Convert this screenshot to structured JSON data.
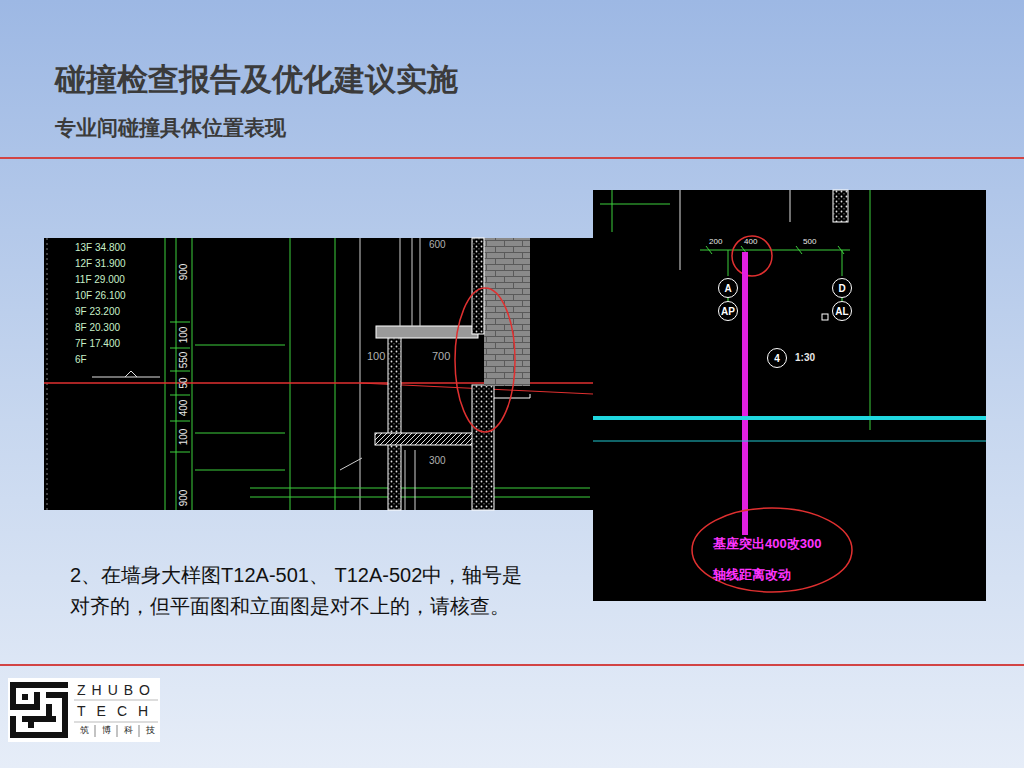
{
  "diagram": {
    "title": "碰撞检查报告及优化建议实施",
    "caption": "2、在墙身大样图T12A-501、 T12A-502中，轴号是对齐的，但平面图和立面图是对不上的，请核查。",
    "nodes": [
      {
        "text": [
          "A"
        ]
      },
      {
        "text": [
          "AP"
        ]
      },
      {
        "text": [
          "D"
        ]
      },
      {
        "text": [
          "AL"
        ]
      },
      {
        "text": [
          "4"
        ]
      }
    ],
    "edges": [
      {
        "from": 0,
        "to": 1,
        "arrow": "none"
      },
      {
        "from": 2,
        "to": 3,
        "arrow": "none"
      }
    ],
    "labels": [
      "专业间碰撞具体位置表现",
      "13F 34.800",
      "12F 31.900",
      "11F 29.000",
      "10F 26.100",
      "9F 23.200",
      "8F 20.300",
      "7F 17.400",
      "6F",
      "900",
      "100",
      "550",
      "50",
      "400",
      "100",
      "900",
      "100",
      "700",
      "600",
      "300",
      "200",
      "400",
      "500",
      "1:30",
      "基座突出400改300",
      "轴线距离改动",
      "ZHUBO",
      "TECH",
      "筑",
      "博",
      "科",
      "技"
    ]
  }
}
